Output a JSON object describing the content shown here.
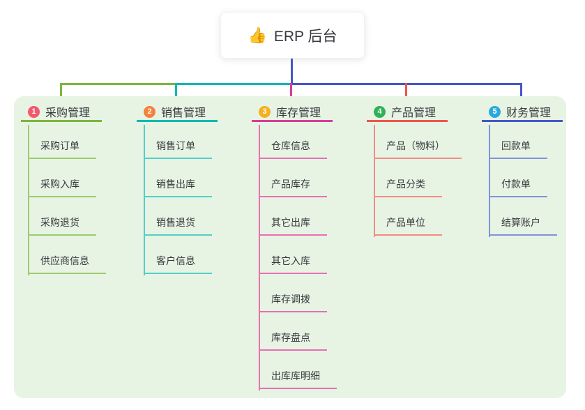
{
  "root": {
    "icon": "👍",
    "label": "ERP 后台",
    "connector_color": "#4557c9"
  },
  "canvas": {
    "background": "#ffffff",
    "panel_background": "#e7f4e3",
    "text_color": "#37393f"
  },
  "branches": [
    {
      "index": "1",
      "label": "采购管理",
      "color": "#7cb63f",
      "light_color": "#9ecb6f",
      "badge_color": "#f4586c",
      "children": [
        "采购订单",
        "采购入库",
        "采购退货",
        "供应商信息"
      ]
    },
    {
      "index": "2",
      "label": "销售管理",
      "color": "#0fb9b1",
      "light_color": "#53cfc8",
      "badge_color": "#f5813c",
      "children": [
        "销售订单",
        "销售出库",
        "销售退货",
        "客户信息"
      ]
    },
    {
      "index": "3",
      "label": "库存管理",
      "color": "#da3b96",
      "light_color": "#e86fb4",
      "badge_color": "#f6b01e",
      "children": [
        "仓库信息",
        "产品库存",
        "其它出库",
        "其它入库",
        "库存调拨",
        "库存盘点",
        "出库库明细"
      ]
    },
    {
      "index": "4",
      "label": "产品管理",
      "color": "#f2544d",
      "light_color": "#f58b86",
      "badge_color": "#2eb257",
      "children": [
        "产品（物料）",
        "产品分类",
        "产品单位"
      ]
    },
    {
      "index": "5",
      "label": "财务管理",
      "color": "#4557c9",
      "light_color": "#8291dd",
      "badge_color": "#29a8df",
      "children": [
        "回款单",
        "付款单",
        "结算账户"
      ]
    }
  ]
}
